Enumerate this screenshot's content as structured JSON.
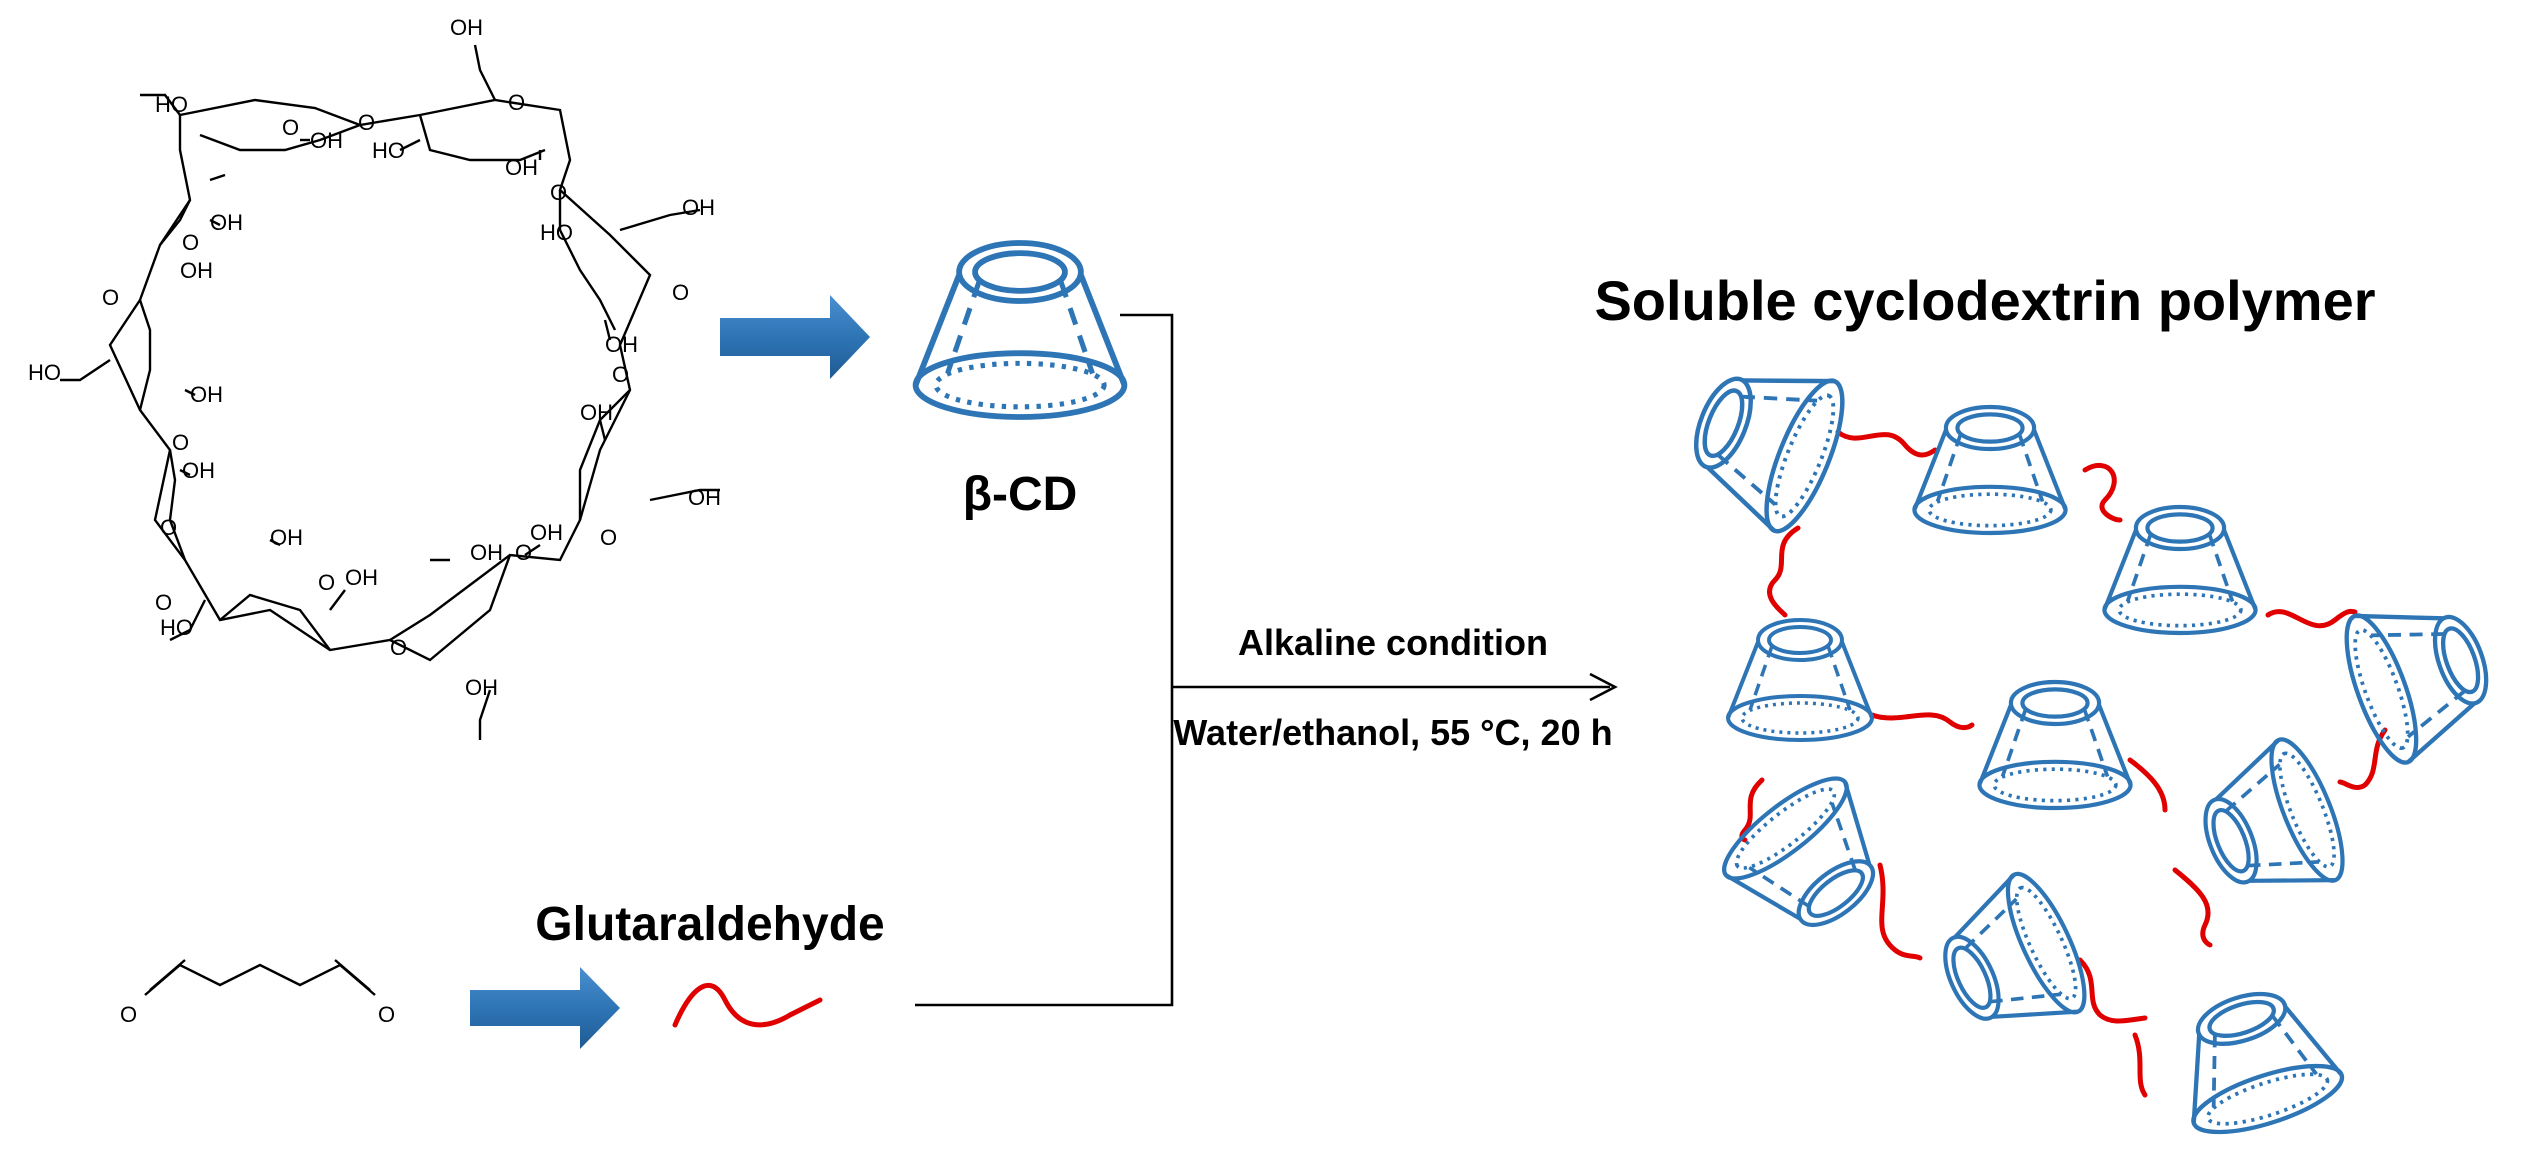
{
  "labels": {
    "beta_cd": "β-CD",
    "glutaraldehyde": "Glutaraldehyde",
    "polymer_title": "Soluble cyclodextrin polymer",
    "condition_1": "Alkaline condition",
    "condition_2": "Water/ethanol, 55 °C, 20 h"
  },
  "molecule_atoms": {
    "oh": "OH",
    "ho": "HO",
    "o": "O"
  },
  "colors": {
    "cyclodextrin": "#2E75B6",
    "arrow_fill": "#2E75B6",
    "linker": "#E00000",
    "text": "#000000"
  }
}
